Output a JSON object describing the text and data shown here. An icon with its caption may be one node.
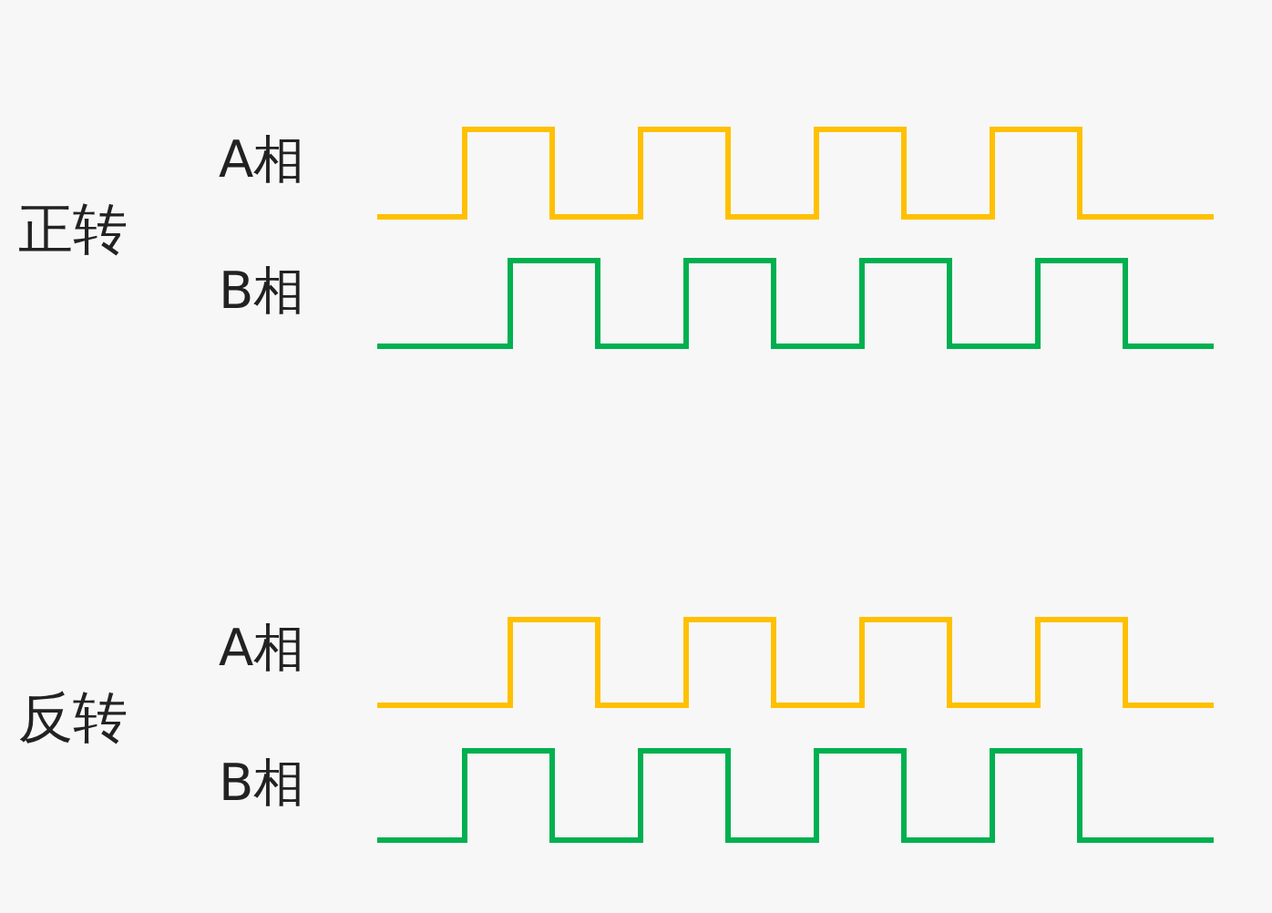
{
  "diagram": {
    "labels": [
      "正转",
      "A相",
      "B相",
      "反转",
      "A相",
      "B相"
    ]
  }
}
